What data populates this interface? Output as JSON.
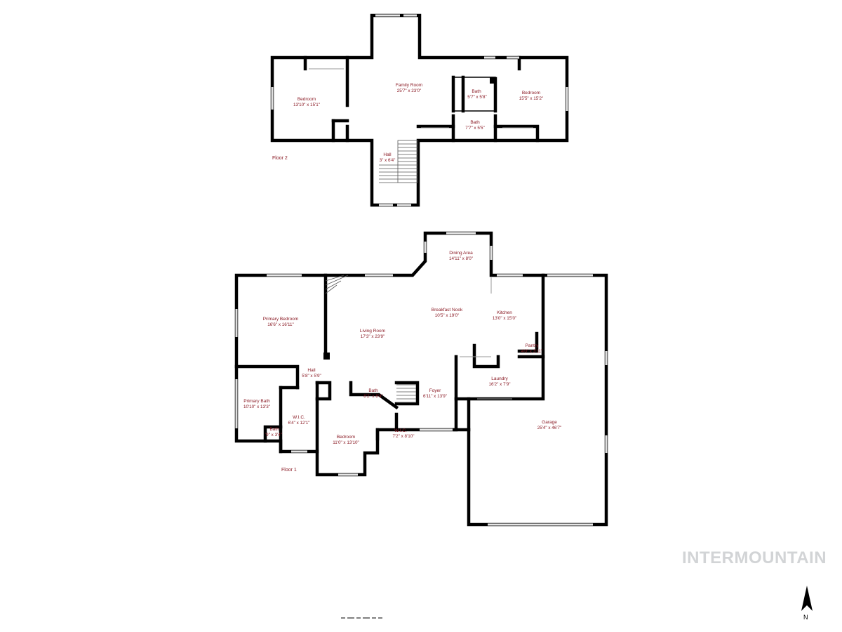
{
  "floor_plan": {
    "floors": [
      {
        "label": "Floor 2",
        "rooms": [
          {
            "name": "Bedroom",
            "dims": "13'10\" x 15'1\""
          },
          {
            "name": "Family Room",
            "dims": "25'7\" x 23'0\""
          },
          {
            "name": "Bath",
            "dims": "5'7\" x 5'8\""
          },
          {
            "name": "Bedroom",
            "dims": "15'5\" x 15'2\""
          },
          {
            "name": "Bath",
            "dims": "7'7\" x 5'5\""
          },
          {
            "name": "Hall",
            "dims": "3\" x 6'4\""
          }
        ]
      },
      {
        "label": "Floor 1",
        "rooms": [
          {
            "name": "Dining Area",
            "dims": "14'11\" x 8'0\""
          },
          {
            "name": "Breakfast Nook",
            "dims": "10'5\" x 19'0\""
          },
          {
            "name": "Kitchen",
            "dims": "13'0\" x 15'0\""
          },
          {
            "name": "Primary Bedroom",
            "dims": "16'6\" x 16'11\""
          },
          {
            "name": "Living Room",
            "dims": "17'3\" x 23'9\""
          },
          {
            "name": "Pantry",
            "dims": "4'0\" x 3'11\""
          },
          {
            "name": "Hall",
            "dims": "5'8\" x 5'9\""
          },
          {
            "name": "Laundry",
            "dims": "16'2\" x 7'9\""
          },
          {
            "name": "Bath",
            "dims": "8'2\" x 8'4\""
          },
          {
            "name": "Foyer",
            "dims": "6'11\" x 13'9\""
          },
          {
            "name": "Primary Bath",
            "dims": "10'10\" x 13'3\""
          },
          {
            "name": "W.I.C.",
            "dims": "6'4\" x 12'1\""
          },
          {
            "name": "Garage",
            "dims": "25'4\" x 46'7\""
          },
          {
            "name": "W.I.C.",
            "dims": "7'2\" x 8'10\""
          },
          {
            "name": "Bath",
            "dims": "'9\" x 3'4\""
          },
          {
            "name": "Bedroom",
            "dims": "11'0\" x 13'10\""
          }
        ]
      }
    ],
    "watermark": "INTERMOUNTAIN",
    "compass": {
      "letter": "N",
      "icon": "north-arrow-icon"
    },
    "colors": {
      "label_text": "#8a1a24",
      "walls": "#000000",
      "watermark": "#d2d4d6"
    }
  }
}
